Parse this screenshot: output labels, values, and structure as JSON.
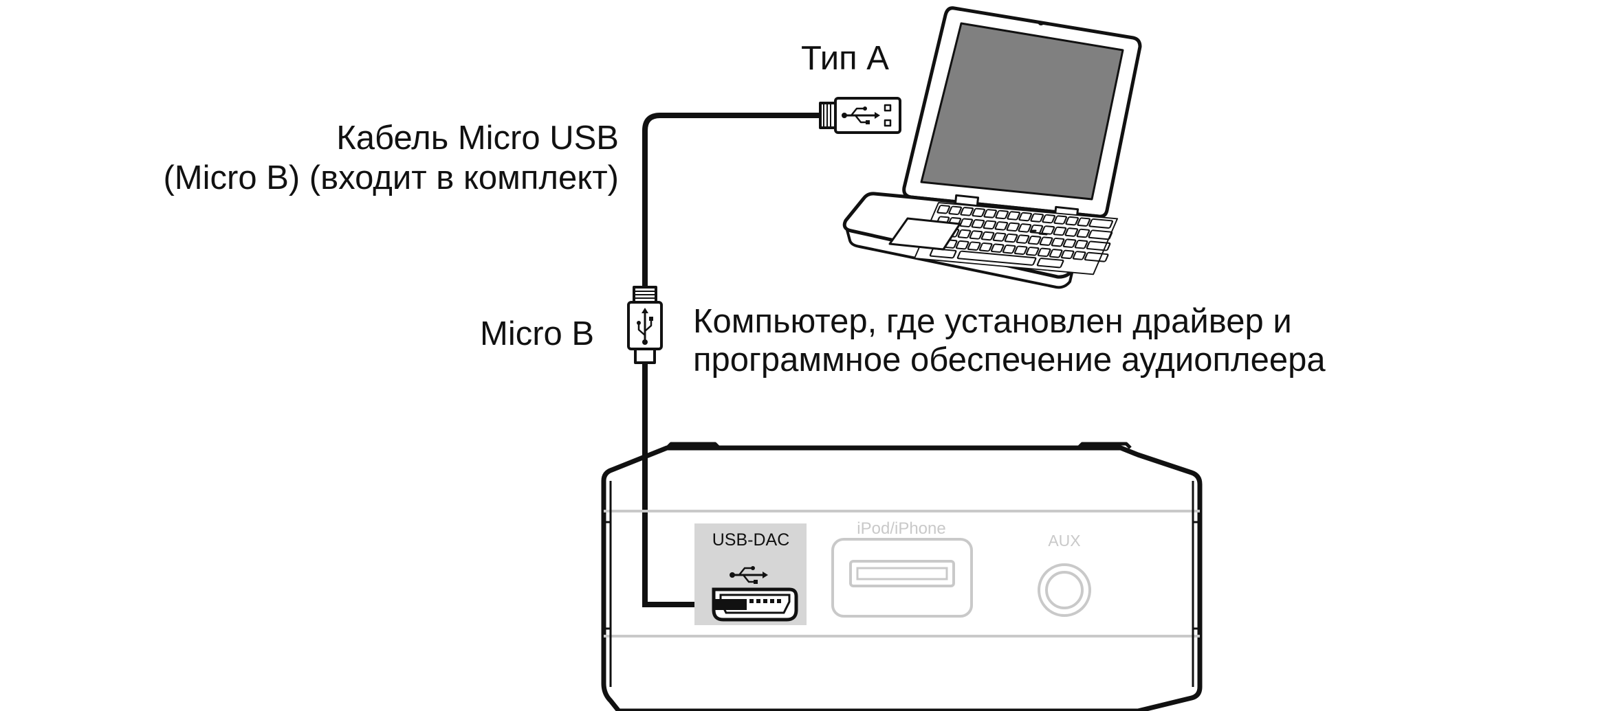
{
  "labels": {
    "type_a": "Тип A",
    "cable_line1": "Кабель Micro USB",
    "cable_line2": "(Micro B) (входит в комплект)",
    "micro_b": "Micro B",
    "computer_line1": "Компьютер, где установлен драйвер и",
    "computer_line2": "программное обеспечение аудиоплеера"
  },
  "panel": {
    "usb_dac": "USB-DAC",
    "ipod_iphone": "iPod/iPhone",
    "aux": "AUX"
  },
  "colors": {
    "line": "#111111",
    "inactive": "#c9c9c9",
    "highlight": "#d6d6d6",
    "screen": "#808080"
  },
  "icons": {
    "usb_symbol": "usb-icon",
    "laptop": "laptop-icon"
  }
}
